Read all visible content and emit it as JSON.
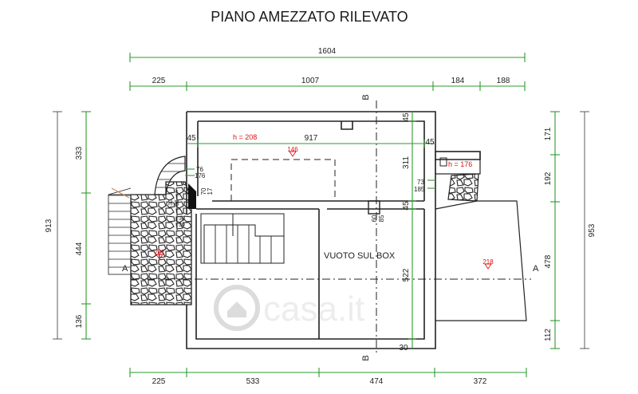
{
  "title": "PIANO AMEZZATO RILEVATO",
  "labels": {
    "vuoto": "VUOTO SUL BOX",
    "h_main": "h = 208",
    "h_small": "h = 176",
    "section_a_left": "A",
    "section_a_right": "A",
    "section_b_top": "B",
    "section_b_bottom": "B"
  },
  "elevations": {
    "e1": "146",
    "e2": "207",
    "e3": "218"
  },
  "dims_top": {
    "overall": "1604",
    "d1": "225",
    "d2": "1007",
    "d3": "184",
    "d4": "188"
  },
  "dims_bottom": {
    "d1": "225",
    "d2": "533",
    "d3": "474",
    "d4": "372"
  },
  "dims_left": {
    "overall": "913",
    "d1": "333",
    "d2": "444",
    "d3": "136"
  },
  "dims_right": {
    "overall": "953",
    "d1": "171",
    "d2": "192",
    "d3": "478",
    "d4": "112"
  },
  "dims_inner": {
    "i917": "917",
    "i45a": "45",
    "i45b": "45",
    "i45c": "45",
    "i45d": "45",
    "i311": "311",
    "i522": "522",
    "i30": "30",
    "i73": "73",
    "i185": "185",
    "i76": "76",
    "i176": "176",
    "i70": "70",
    "i17": "17",
    "i60": "60",
    "i85": "85",
    "i30b": "30",
    "i36": "36",
    "i33": "33",
    "i30c": "30"
  },
  "watermark": "casa.it"
}
